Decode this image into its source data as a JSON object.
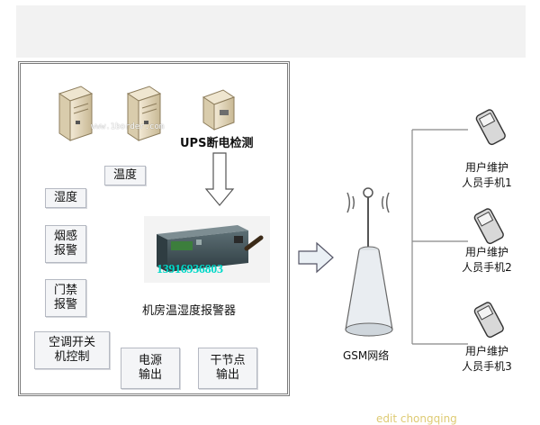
{
  "watermark": "www.1border.com",
  "ups_label": "UPS断电检测",
  "sensors": {
    "temperature": "温度",
    "humidity": "湿度",
    "smoke": "烟感\n报警",
    "door": "门禁\n报警",
    "aircon": "空调开关\n机控制",
    "power": "电源\n输出",
    "dry_contact": "干节点\n输出"
  },
  "device": {
    "phone_number": "13916936803",
    "caption": "机房温湿度报警器"
  },
  "gsm": {
    "caption": "GSM网络"
  },
  "users": [
    "用户维护\n人员手机1",
    "用户维护\n人员手机2",
    "用户维护\n人员手机3"
  ],
  "bottom_watermark": "edit chongqing"
}
